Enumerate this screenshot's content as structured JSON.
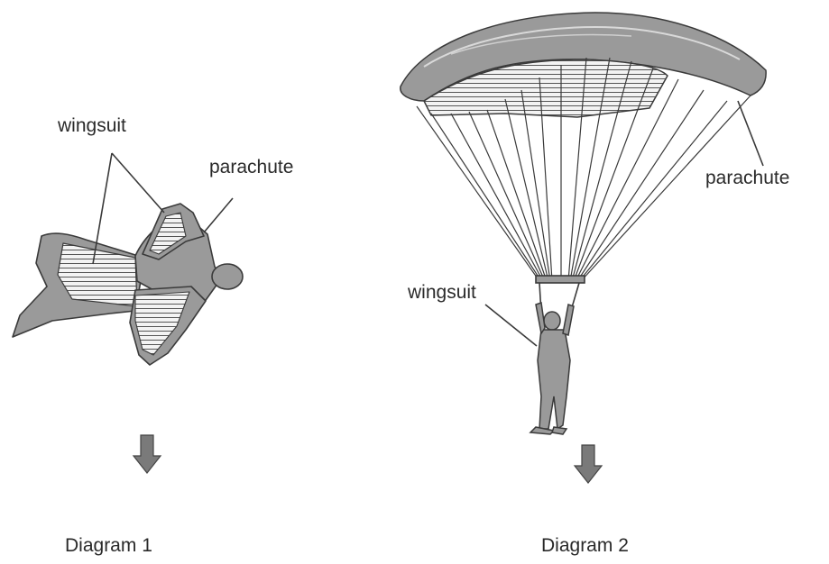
{
  "diagram1": {
    "label_wingsuit": "wingsuit",
    "label_parachute": "parachute",
    "caption": "Diagram 1"
  },
  "diagram2": {
    "label_wingsuit": "wingsuit",
    "label_parachute": "parachute",
    "caption": "Diagram 2"
  },
  "icons": [
    "down-arrow-icon",
    "down-arrow-icon"
  ],
  "colors": {
    "line": "#3a3a3a",
    "fill_gray": "#9a9a9a",
    "fill_light": "#f3f3f3",
    "background": "#ffffff"
  }
}
